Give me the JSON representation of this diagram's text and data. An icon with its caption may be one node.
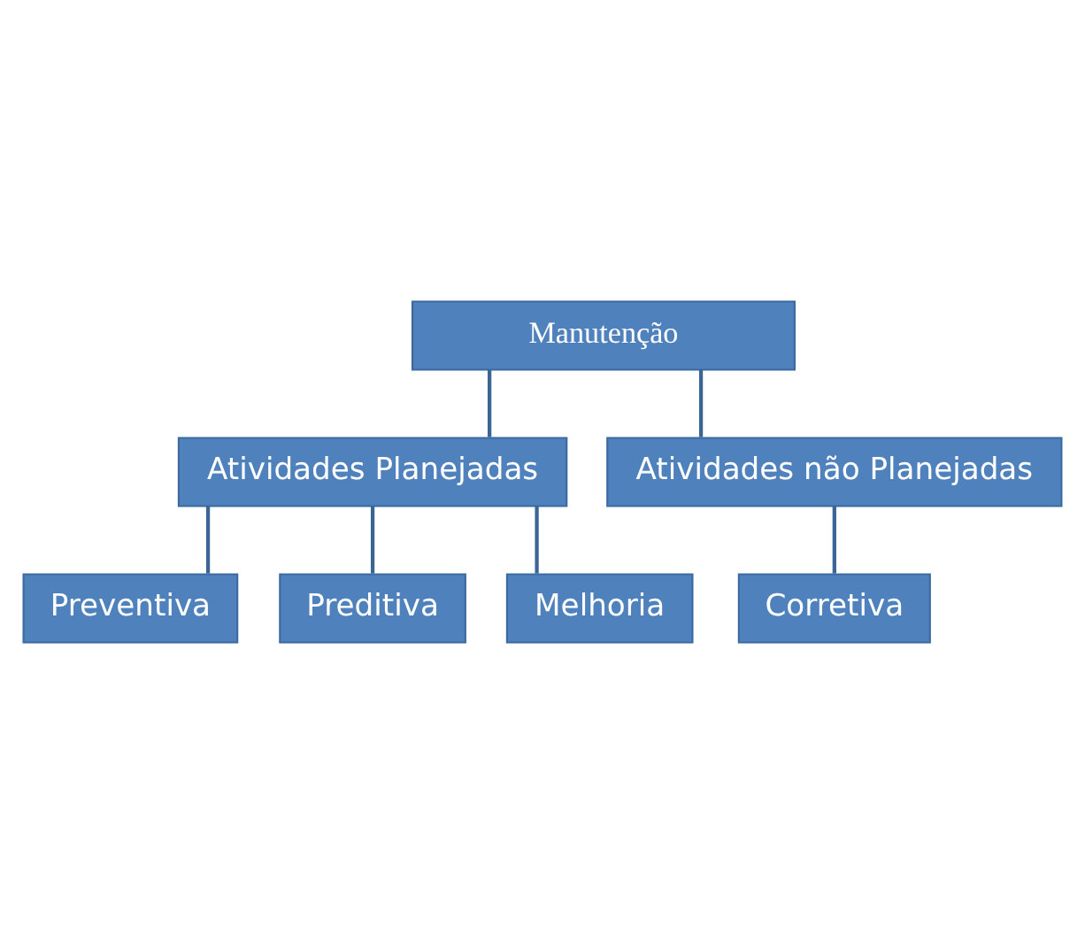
{
  "diagram": {
    "nodes": [
      {
        "text": [
          "Manutenção"
        ]
      },
      {
        "text": [
          "Atividades Planejadas"
        ]
      },
      {
        "text": [
          "Atividades não Planejadas"
        ]
      },
      {
        "text": [
          "Preventiva"
        ]
      },
      {
        "text": [
          "Preditiva"
        ]
      },
      {
        "text": [
          "Melhoria"
        ]
      },
      {
        "text": [
          "Corretiva"
        ]
      }
    ],
    "edges": [
      {
        "from": 0,
        "to": 1,
        "arrow": "none"
      },
      {
        "from": 0,
        "to": 2,
        "arrow": "none"
      },
      {
        "from": 1,
        "to": 3,
        "arrow": "none"
      },
      {
        "from": 1,
        "to": 4,
        "arrow": "none"
      },
      {
        "from": 1,
        "to": 5,
        "arrow": "none"
      },
      {
        "from": 2,
        "to": 6,
        "arrow": "none"
      }
    ]
  }
}
